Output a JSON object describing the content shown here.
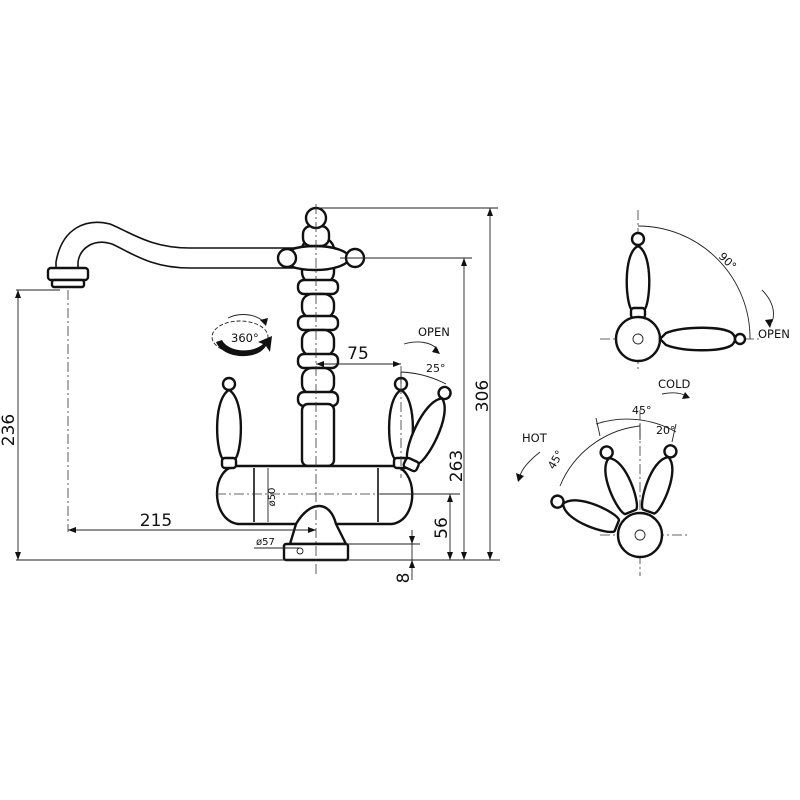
{
  "colors": {
    "ink": "#111111",
    "background": "#ffffff"
  },
  "dimensions": {
    "height_total": "306",
    "height_lever": "263",
    "spout_height": "236",
    "spout_reach": "215",
    "lever_offset": "75",
    "body_height": "56",
    "base_thickness": "8",
    "body_diameter": "ø50",
    "base_diameter": "ø57"
  },
  "labels": {
    "rotation": "360°",
    "open_main": "OPEN",
    "lever_angle": "25°",
    "open_top": "OPEN",
    "top_angle": "90°",
    "cold": "COLD",
    "hot": "HOT",
    "angle_45_upper": "45°",
    "angle_20": "20°",
    "angle_45_left": "45°"
  },
  "icons": {
    "rotation": "rotate-360-icon",
    "open_arrow": "curved-arrow-icon",
    "cold_arrow": "curved-arrow-icon",
    "hot_arrow": "curved-arrow-icon"
  }
}
